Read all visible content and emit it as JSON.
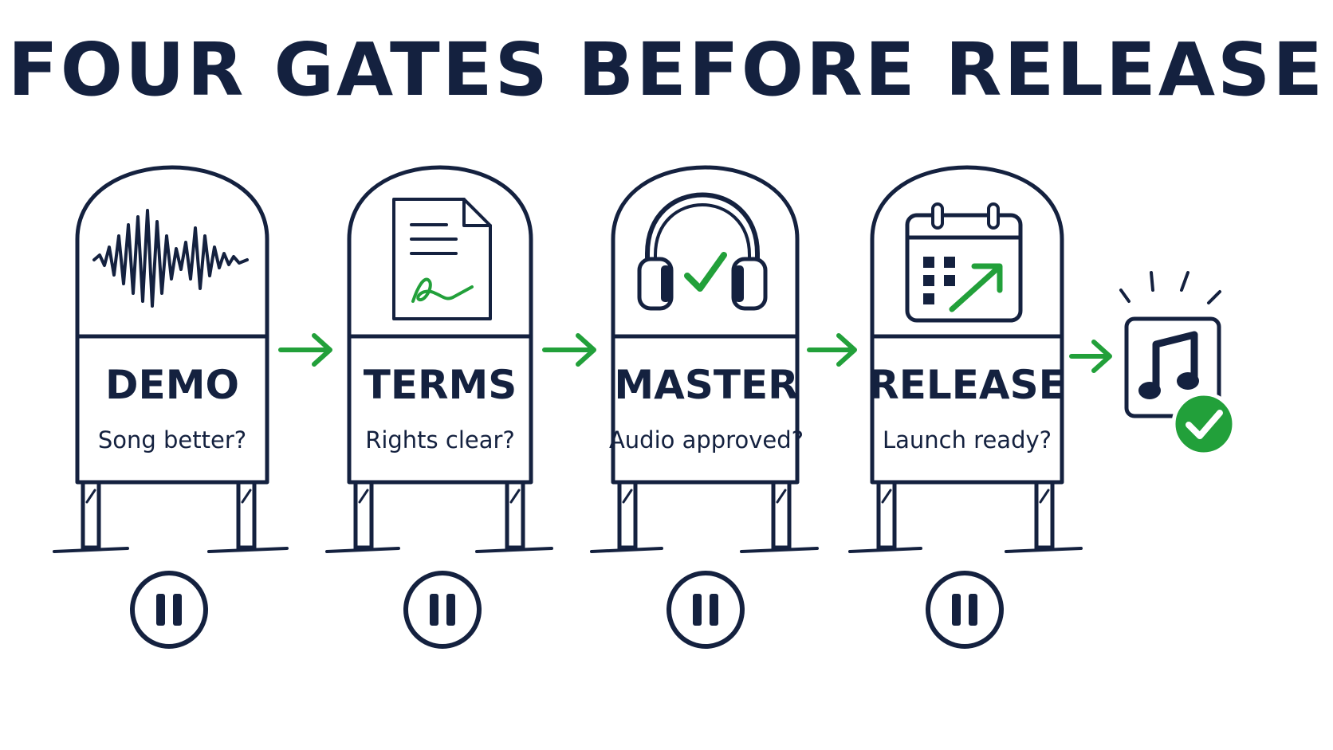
{
  "title": "FOUR GATES BEFORE RELEASE",
  "colors": {
    "ink": "#14213f",
    "accent": "#22a03a",
    "background": "#ffffff"
  },
  "gates": [
    {
      "name": "DEMO",
      "question": "Song better?",
      "icon": "waveform-icon",
      "control": "pause-icon"
    },
    {
      "name": "TERMS",
      "question": "Rights clear?",
      "icon": "signed-document-icon",
      "control": "pause-icon"
    },
    {
      "name": "MASTER",
      "question": "Audio approved?",
      "icon": "headphones-check-icon",
      "control": "pause-icon"
    },
    {
      "name": "RELEASE",
      "question": "Launch ready?",
      "icon": "calendar-upward-arrow-icon",
      "control": "pause-icon"
    }
  ],
  "connector": "green-arrow-icon",
  "outcome": {
    "icon": "music-note-icon",
    "badge": "checkmark-badge-icon"
  }
}
